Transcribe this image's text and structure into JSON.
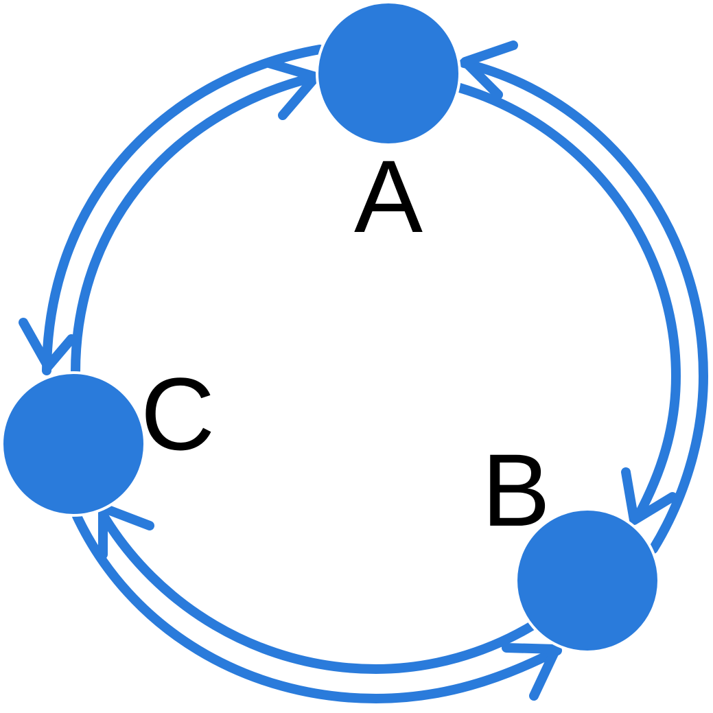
{
  "colors": {
    "edge": "#2a7bdb",
    "node": "#2a7bdb",
    "node_outline": "#ffffff",
    "label": "#000000"
  },
  "nodes": [
    {
      "id": "A",
      "label": "A"
    },
    {
      "id": "B",
      "label": "B"
    },
    {
      "id": "C",
      "label": "C"
    }
  ],
  "edges": [
    {
      "from": "A",
      "to": "B"
    },
    {
      "from": "B",
      "to": "A"
    },
    {
      "from": "B",
      "to": "C"
    },
    {
      "from": "C",
      "to": "B"
    },
    {
      "from": "C",
      "to": "A"
    },
    {
      "from": "A",
      "to": "C"
    }
  ]
}
